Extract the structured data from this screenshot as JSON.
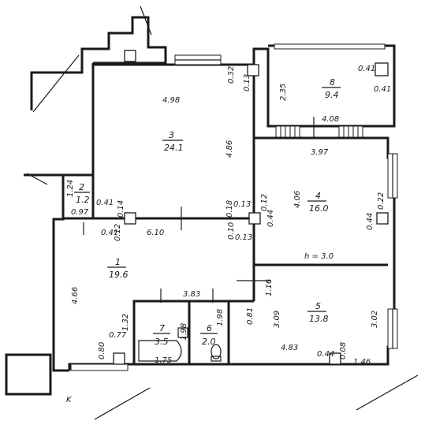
{
  "rooms": [
    {
      "number": "1",
      "area": "19.6"
    },
    {
      "number": "2",
      "area": "1.2"
    },
    {
      "number": "3",
      "area": "24.1"
    },
    {
      "number": "4",
      "area": "16.0"
    },
    {
      "number": "5",
      "area": "13.8"
    },
    {
      "number": "6",
      "area": "2.0"
    },
    {
      "number": "7",
      "area": "3.5"
    },
    {
      "number": "8",
      "area": "9.4"
    }
  ],
  "dimensions": {
    "d498": "4.98",
    "d486": "4.86",
    "d032": "0.32",
    "d013a": "0.13",
    "d235": "2.35",
    "d041a": "0.41",
    "d041b": "0.41",
    "d408": "4.08",
    "d397": "3.97",
    "d406": "4.06",
    "d044a": "0.44",
    "d044b": "0.44",
    "d022": "0.22",
    "d124": "1.24",
    "d097": "0.97",
    "d014": "0.14",
    "d041c": "0.41",
    "d018": "0.18",
    "d013b": "0.13",
    "d012a": "0.12",
    "d041d": "0.41",
    "d610": "6.10",
    "d010": "0.10",
    "d013c": "0.13",
    "d012b": "0.12",
    "d466": "4.66",
    "d383": "3.83",
    "d116": "1.16",
    "d132": "1.32",
    "d077": "0.77",
    "d080": "0.80",
    "d198a": "1.98",
    "d198b": "1.98",
    "d175": "1.75",
    "d081": "0.81",
    "d309": "3.09",
    "d302": "3.02",
    "d483": "4.83",
    "d044c": "0.44",
    "d008": "0.08",
    "d146": "1.46"
  },
  "height_note": "h = 3.0",
  "stamp": "K"
}
